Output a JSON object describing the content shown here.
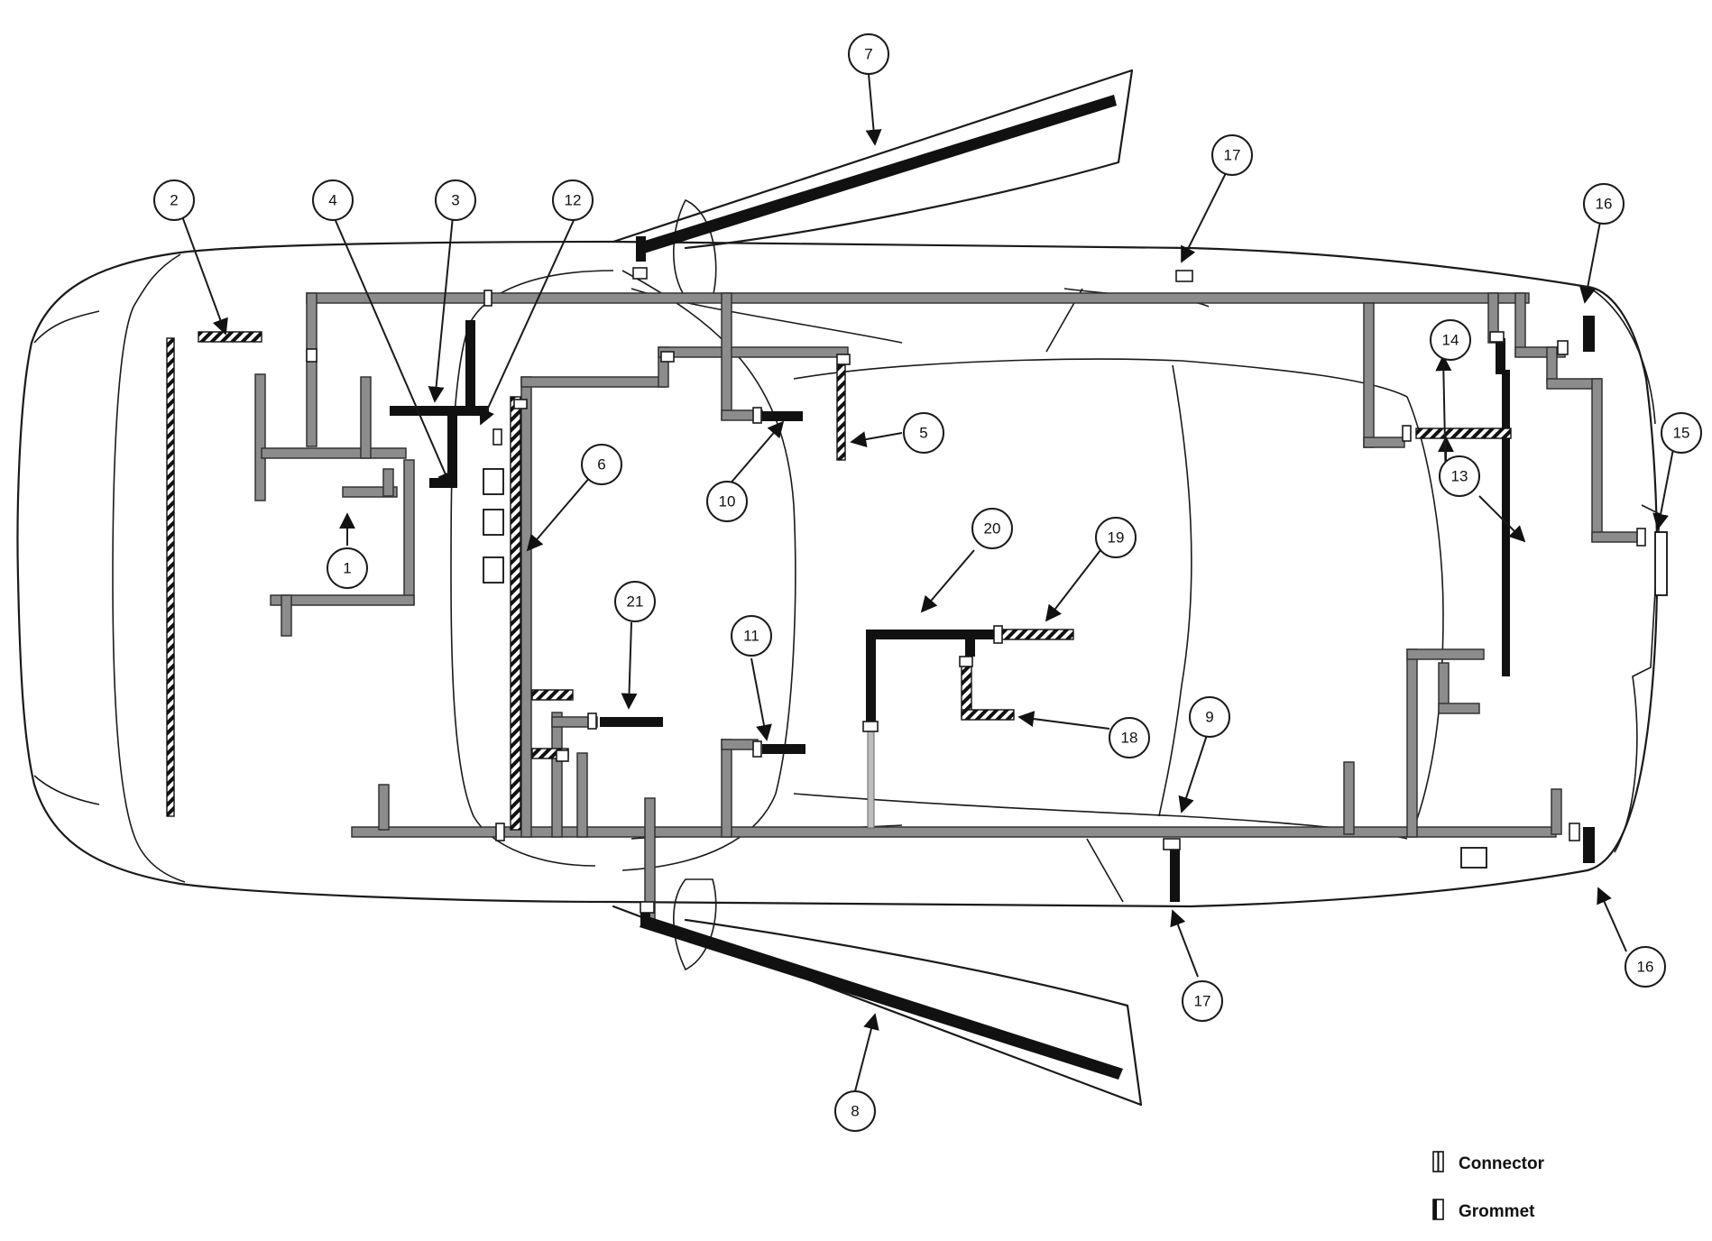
{
  "callouts": [
    {
      "id": "c1",
      "label": "1"
    },
    {
      "id": "c2",
      "label": "2"
    },
    {
      "id": "c3",
      "label": "3"
    },
    {
      "id": "c4",
      "label": "4"
    },
    {
      "id": "c5",
      "label": "5"
    },
    {
      "id": "c6",
      "label": "6"
    },
    {
      "id": "c7",
      "label": "7"
    },
    {
      "id": "c8",
      "label": "8"
    },
    {
      "id": "c9",
      "label": "9"
    },
    {
      "id": "c10",
      "label": "10"
    },
    {
      "id": "c11",
      "label": "11"
    },
    {
      "id": "c12",
      "label": "12"
    },
    {
      "id": "c13",
      "label": "13"
    },
    {
      "id": "c14",
      "label": "14"
    },
    {
      "id": "c15",
      "label": "15"
    },
    {
      "id": "c16a",
      "label": "16"
    },
    {
      "id": "c16b",
      "label": "16"
    },
    {
      "id": "c17a",
      "label": "17"
    },
    {
      "id": "c17b",
      "label": "17"
    },
    {
      "id": "c18",
      "label": "18"
    },
    {
      "id": "c19",
      "label": "19"
    },
    {
      "id": "c20",
      "label": "20"
    },
    {
      "id": "c21",
      "label": "21"
    }
  ],
  "legend": {
    "connector_label": "Connector",
    "grommet_label": "Grommet"
  },
  "colors": {
    "harness_gray": "#8c8c8c",
    "harness_outline": "#333333",
    "harness_black": "#111111",
    "outline": "#1a1a1a"
  }
}
